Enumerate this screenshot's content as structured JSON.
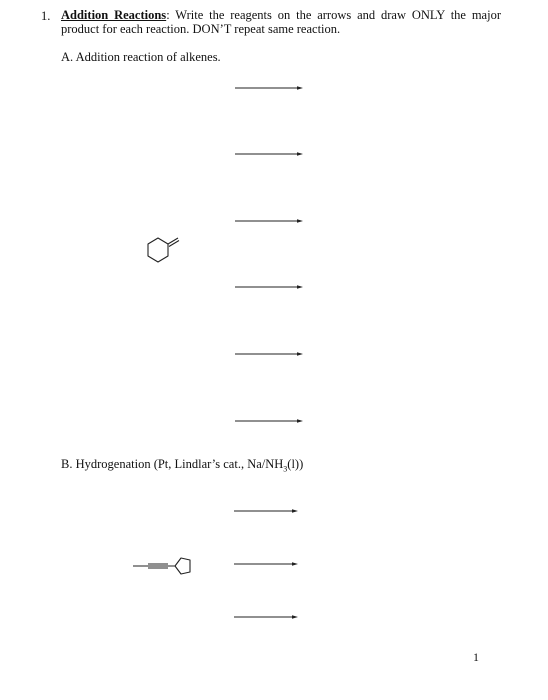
{
  "question": {
    "number": "1.",
    "title": "Addition Reactions",
    "instructions": ": Write the reagents on the arrows and draw ONLY the major product for each reaction. DON’T repeat same reaction."
  },
  "section_a": {
    "label": "A.  Addition reaction of alkenes.",
    "molecule": "methylenecyclohexane",
    "arrow_count": 6
  },
  "section_b": {
    "label_main": "B.  Hydrogenation (Pt, Lindlar’s cat., Na/NH",
    "label_sub": "3",
    "label_end": "(l))",
    "molecule": "cyclopentyl alkyne",
    "arrow_count": 3
  },
  "page_number": "1"
}
